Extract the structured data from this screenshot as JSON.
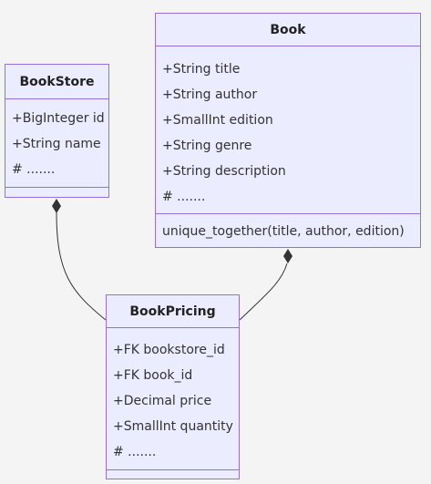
{
  "classes": {
    "book": {
      "name": "Book",
      "attributes": [
        "+String title",
        "+String author",
        "+SmallInt edition",
        "+String genre",
        "+String description",
        "# ......."
      ],
      "methods": [
        "unique_together(title, author, edition)"
      ]
    },
    "bookstore": {
      "name": "BookStore",
      "attributes": [
        "+BigInteger id",
        "+String name",
        "# ......."
      ],
      "methods": []
    },
    "bookpricing": {
      "name": "BookPricing",
      "attributes": [
        "+FK bookstore_id",
        "+FK book_id",
        "+Decimal price",
        "+SmallInt quantity",
        "# ......."
      ],
      "methods": []
    }
  },
  "relations": [
    {
      "from": "bookstore",
      "to": "bookpricing",
      "type": "composition"
    },
    {
      "from": "book",
      "to": "bookpricing",
      "type": "composition"
    }
  ],
  "colors": {
    "box_fill": "#ececff",
    "box_border": "#9370db",
    "line": "#333333",
    "background": "#f4f4f4"
  }
}
